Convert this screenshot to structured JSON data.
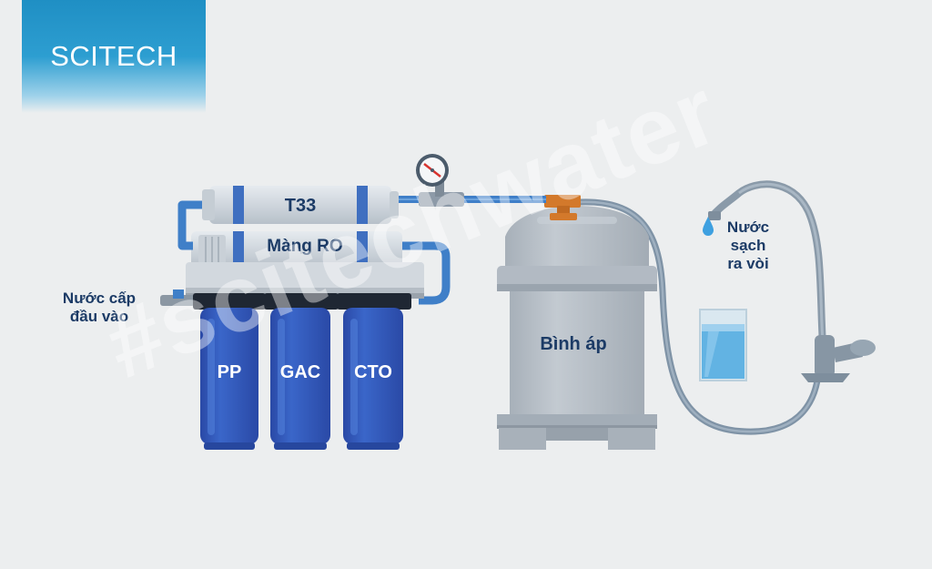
{
  "brand": {
    "logo": "SCITECH",
    "watermark": "#scitechwater"
  },
  "labels": {
    "t33": "T33",
    "ro_membrane": "Màng RO",
    "inlet": "Nước cấp\nđầu vào",
    "filter_pp": "PP",
    "filter_gac": "GAC",
    "filter_cto": "CTO",
    "pressure_tank": "Bình áp",
    "outlet": "Nước\nsạch\nra vòi"
  },
  "icons": [
    "pressure-gauge-icon",
    "water-drop-icon",
    "water-glass-icon",
    "faucet-icon"
  ],
  "colors": {
    "background": "#eceeef",
    "brand_blue": "#2d9ed1",
    "pipe_blue": "#3f7fc8",
    "filter_blue": "#2f55b8",
    "tank_gray": "#b6bec6",
    "label_navy": "#1c3b66"
  }
}
